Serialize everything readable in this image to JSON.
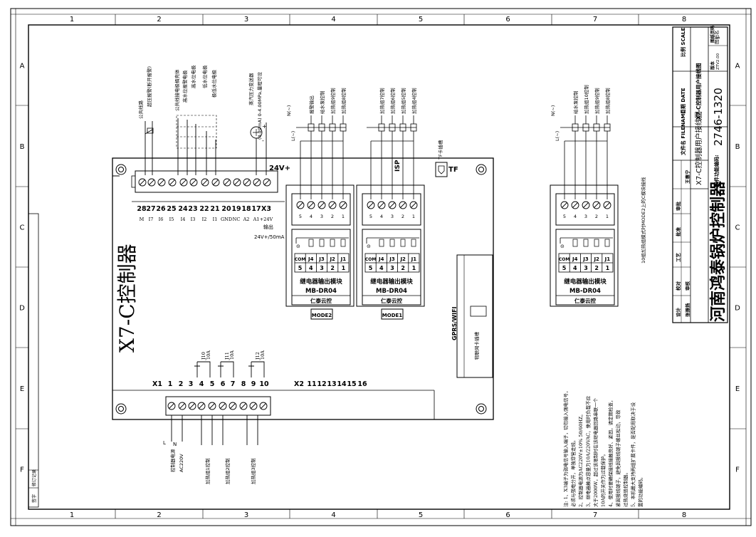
{
  "frame": {
    "cols": [
      "1",
      "2",
      "3",
      "4",
      "5",
      "6",
      "7",
      "8"
    ],
    "rows": [
      "A",
      "B",
      "C",
      "D",
      "E",
      "F"
    ]
  },
  "controller": {
    "title": "X7-C控制器",
    "x3_terminals": [
      "28",
      "27",
      "26",
      "25",
      "24",
      "23",
      "22",
      "21",
      "20",
      "19",
      "18",
      "17",
      "X3"
    ],
    "x3_labels": [
      "M",
      "I7",
      "I6",
      "I5",
      "I4",
      "I3",
      "I2",
      "I1",
      "GND",
      "NC",
      "A2",
      "A1",
      "+24V"
    ],
    "x3_output": "输出",
    "x3_power_spec": "24V+/50mA",
    "label_24v": "24V+",
    "label_isp": "ISP",
    "label_tf": "TF",
    "tf_note": "TF卡插槽",
    "gprs_label": "GPRS/WIFI",
    "iot_note": "物联网卡插槽",
    "x1_terminals": [
      "X1",
      "1",
      "2",
      "3",
      "4",
      "5",
      "6",
      "7",
      "8",
      "9",
      "10"
    ],
    "x2_terminals": [
      "X2",
      "11",
      "12",
      "13",
      "14",
      "15",
      "16"
    ],
    "relays": [
      {
        "name": "J10",
        "rating": "10A"
      },
      {
        "name": "J11",
        "rating": "10A"
      },
      {
        "name": "J12",
        "rating": "10A"
      }
    ]
  },
  "sensors": {
    "common": "公共线路",
    "overpressure": "超压报警(断开报警)",
    "shell": "公共线接电极桶壳体",
    "high_alarm": "高水位报警电极",
    "high": "高水位电极",
    "low": "低水位电极",
    "very_low": "极低水位电极",
    "transmitter": "蒸汽压力变送器",
    "transmitter_spec": "(4-20mA) 0-4.00MPa,量程可设",
    "plus": "+",
    "minus": "-"
  },
  "bottom_wiring": {
    "power": "控制器电源",
    "power_spec": "AC220V",
    "L": "L",
    "N": "N",
    "g1": "加热组1控制",
    "g2": "加热组2控制",
    "g3": "加热组3控制"
  },
  "modules": {
    "mode2_outputs": [
      "报警输出",
      "给水泵控制",
      "加热组9控制",
      "加热组8控制"
    ],
    "mode1_outputs": [
      "加热组7控制",
      "加热组6控制",
      "加热组5控制",
      "加热组4控制"
    ],
    "remote_outputs": [
      "给水泵控制",
      "加热组10控制",
      "加热组9控制",
      "加热组8控制"
    ],
    "n_label": "N(~)",
    "l_label": "L(~)",
    "term_nums": [
      "5",
      "4",
      "3",
      "2",
      "1"
    ],
    "j_labels": [
      "COM",
      "J4",
      "J3",
      "J2",
      "J1"
    ],
    "j_nums": [
      "5",
      "4",
      "3",
      "2",
      "1"
    ],
    "module_title": "继电器输出模块",
    "module_model": "MB-DR04",
    "module_brand": "仁泰云控",
    "mode2": "MODE2",
    "mode1": "MODE1",
    "remote_note": "10组加热组模式时MODE2上的C模块接线"
  },
  "notes": [
    "注: 1、X3端子为弱电信号输入端子，切勿接入强电信号，",
    "必须与强电分开，单独穿管走线。",
    "2、控制器电源为AC220V±10% 50/60HZ。",
    "3、继电器触点容量为10A/220VAC，使用时负载不应",
    "大于2000W，超过该限制时在该继电器回路串联一个",
    "10A的开关作为过载保护。",
    "4、使用时要确保接线接触良好、紧固，请定期检查，",
    "紧固接线端子，避免因接线端子螺丝松动，导致",
    "过热烧毁控制器。",
    "5、本机最大支持两组扩展卡件，是否配用取决于设",
    "置的功能编码。"
  ],
  "title_block": {
    "company": "河南鸿泰锅炉控制器",
    "scale_label": "比例 SCALE",
    "drawing_title": "X7-C控制器用户接线图",
    "drawing_title_label": "图纸名",
    "date_label": "日期 DATE",
    "filename_label": "文件名 FILENAME",
    "filename": "X7-C控制器用户接线图",
    "software_label": "软件功能编码:",
    "software_code": "2746-1320",
    "version_label": "版本",
    "version": "ZTV2.00",
    "sheet_label": "图纸页码",
    "sheet": "1",
    "roles": [
      "设计",
      "张振扬",
      "校对",
      "审核",
      "工艺",
      "批准",
      "审批",
      "王惠宁"
    ],
    "side_label": "修订记录",
    "side_sign": "签字"
  }
}
